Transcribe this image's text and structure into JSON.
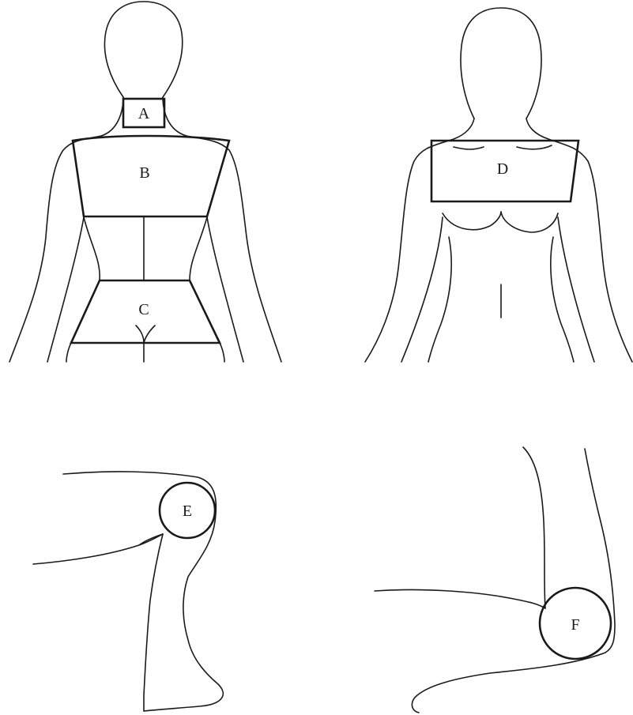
{
  "regions": [
    {
      "label": "A",
      "view": "back",
      "pattern": "dotted-diagonal"
    },
    {
      "label": "B",
      "view": "back",
      "pattern": "dotted-diagonal"
    },
    {
      "label": "C",
      "view": "back",
      "pattern": "crosshatch"
    },
    {
      "label": "D",
      "view": "front",
      "pattern": "dotted-diagonal"
    },
    {
      "label": "E",
      "view": "knee",
      "pattern": "crosshatch"
    },
    {
      "label": "F",
      "view": "elbow",
      "pattern": "dotted-diagonal"
    }
  ],
  "colors": {
    "line": "#1a1a1a",
    "background": "#ffffff"
  }
}
